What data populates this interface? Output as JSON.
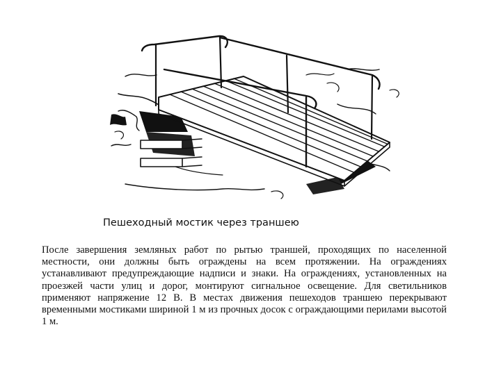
{
  "figure": {
    "icon": "footbridge-illustration"
  },
  "caption": "Пешеходный мостик через траншею",
  "paragraph": "После завершения земляных работ по рытью траншей, проходящих по населенной местности, они должны быть ограждены на всем протяжении. На ограждениях устанавливают предупреждающие надписи и знаки. На ограждениях, установленных на проезжей части улиц и дорог, монтируют сигнальное освещение. Для светильников применяют напряжение 12 В. В местах движения пешеходов траншею перекрывают временными мостиками шириной 1 м из прочных досок с ограждающими перилами высотой 1 м."
}
